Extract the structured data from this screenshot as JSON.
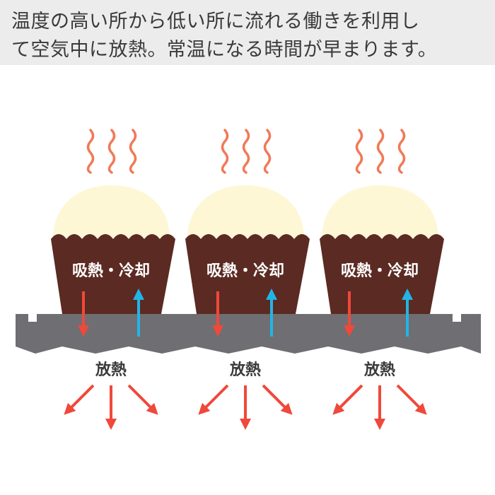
{
  "header": {
    "line1": "温度の高い所から低い所に流れる働きを利用し",
    "line2": "て空気中に放熱。常温になる時間が早まります。"
  },
  "diagram": {
    "cup_label": "吸熱・冷却",
    "release_label": "放熱"
  },
  "colors": {
    "header_bg": "#ececec",
    "cream": "#fdf7d6",
    "cup": "#5b2a22",
    "plate": "#6f6e73",
    "steam": "#f07a58",
    "arrow_red": "#f0483a",
    "arrow_blue": "#21b5e6"
  }
}
